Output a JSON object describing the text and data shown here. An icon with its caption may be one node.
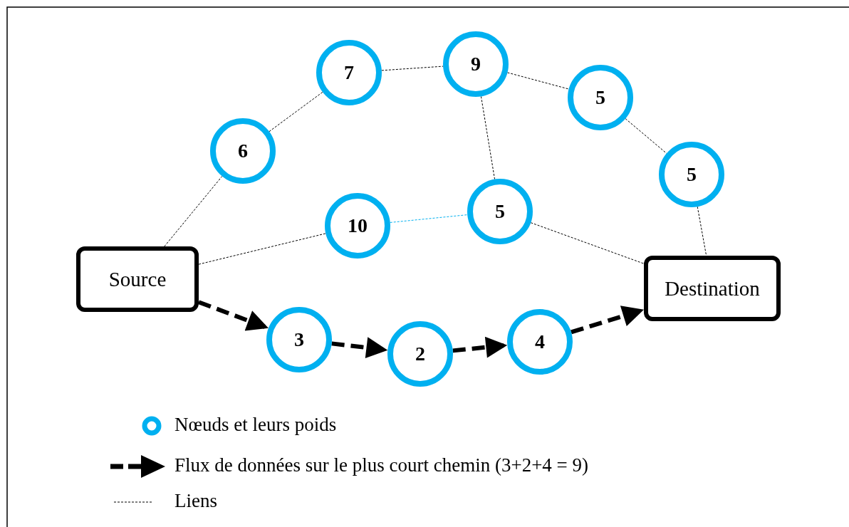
{
  "diagram": {
    "nodes": [
      {
        "text": [
          "Source"
        ]
      },
      {
        "text": [
          "6"
        ]
      },
      {
        "text": [
          "7"
        ]
      },
      {
        "text": [
          "9"
        ]
      },
      {
        "text": [
          "5"
        ]
      },
      {
        "text": [
          "5"
        ]
      },
      {
        "text": [
          "10"
        ]
      },
      {
        "text": [
          "5"
        ]
      },
      {
        "text": [
          "Destination"
        ]
      },
      {
        "text": [
          "3"
        ]
      },
      {
        "text": [
          "2"
        ]
      },
      {
        "text": [
          "4"
        ]
      }
    ],
    "edges": [
      {
        "from": 0,
        "to": 1,
        "arrow": "none"
      },
      {
        "from": 1,
        "to": 2,
        "arrow": "none"
      },
      {
        "from": 2,
        "to": 3,
        "arrow": "none"
      },
      {
        "from": 3,
        "to": 4,
        "arrow": "none"
      },
      {
        "from": 4,
        "to": 5,
        "arrow": "none"
      },
      {
        "from": 5,
        "to": 8,
        "arrow": "none"
      },
      {
        "from": 3,
        "to": 7,
        "arrow": "none"
      },
      {
        "from": 0,
        "to": 6,
        "arrow": "none"
      },
      {
        "from": 6,
        "to": 7,
        "arrow": "none",
        "color": "#00b0f0"
      },
      {
        "from": 7,
        "to": 8,
        "arrow": "none"
      },
      {
        "from": 0,
        "to": 9,
        "arrow": "to",
        "style": "dashed"
      },
      {
        "from": 9,
        "to": 10,
        "arrow": "to",
        "style": "dashed"
      },
      {
        "from": 10,
        "to": 11,
        "arrow": "to",
        "style": "dashed"
      },
      {
        "from": 11,
        "to": 8,
        "arrow": "to",
        "style": "dashed"
      }
    ],
    "legend": [
      {
        "text": "Nœuds et leurs poids"
      },
      {
        "text": "Flux de données sur le plus court chemin (3+2+4 = 9)"
      },
      {
        "text": "Liens"
      }
    ]
  }
}
